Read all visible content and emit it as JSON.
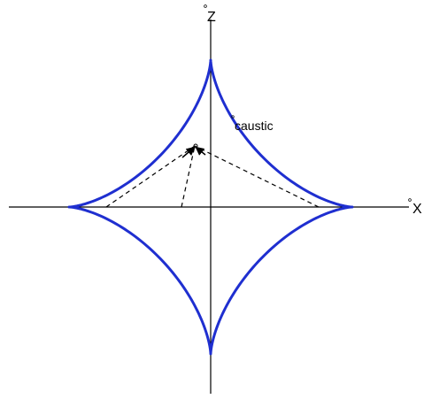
{
  "labels": {
    "z_axis": "Z",
    "x_axis": "X",
    "caustic": "caustic"
  },
  "colors": {
    "caustic_curve": "#1f2fd0",
    "axes": "#000000",
    "rays": "#000000"
  },
  "shape": "astroid"
}
